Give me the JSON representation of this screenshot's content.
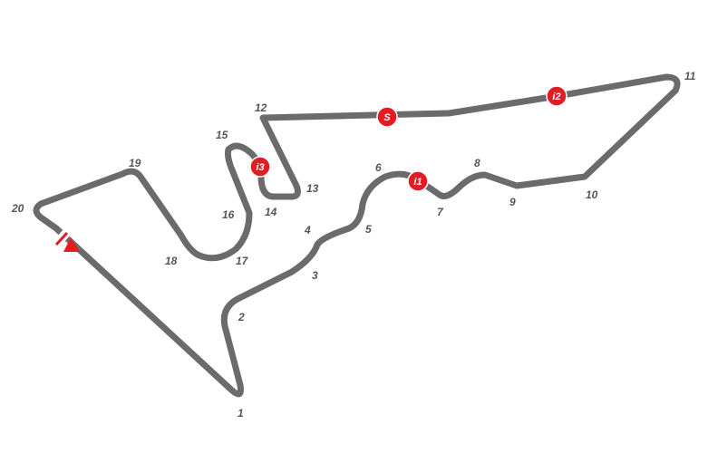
{
  "colors": {
    "track": "#6b6b6b",
    "marker": "#e31b23",
    "label": "#555555"
  },
  "turns": [
    "1",
    "2",
    "3",
    "4",
    "5",
    "6",
    "7",
    "8",
    "9",
    "10",
    "11",
    "12",
    "13",
    "14",
    "15",
    "16",
    "17",
    "18",
    "19",
    "20"
  ],
  "markers": {
    "speed_trap": "S",
    "intermediate_1": "i1",
    "intermediate_2": "i2",
    "intermediate_3": "i3"
  },
  "start_icon": "start-finish-flag-icon"
}
